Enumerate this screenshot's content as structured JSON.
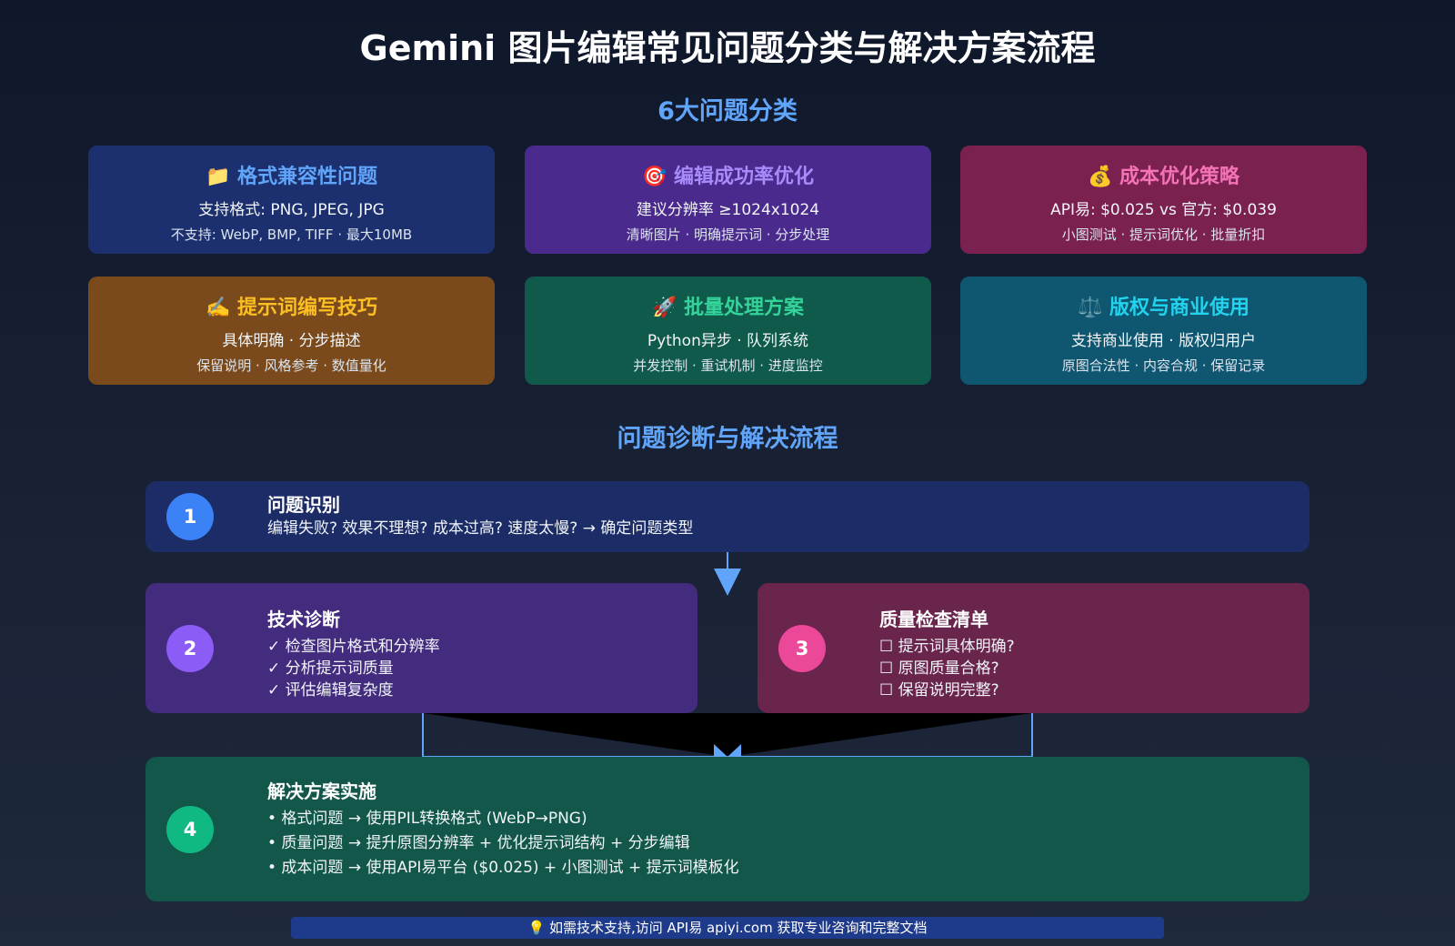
{
  "title": "Gemini 图片编辑常见问题分类与解决方案流程",
  "section1_title": "6大问题分类",
  "categories": [
    {
      "icon": "📁",
      "title": "格式兼容性问题",
      "line1": "支持格式: PNG, JPEG, JPG",
      "line2": "不支持: WebP, BMP, TIFF · 最大10MB",
      "bg": "#1c2f6e",
      "color": "#60a5fa"
    },
    {
      "icon": "🎯",
      "title": "编辑成功率优化",
      "line1": "建议分辨率 ≥1024x1024",
      "line2": "清晰图片 · 明确提示词 · 分步处理",
      "bg": "#4a2a8c",
      "color": "#a78bfa"
    },
    {
      "icon": "💰",
      "title": "成本优化策略",
      "line1": "API易: $0.025 vs 官方: $0.039",
      "line2": "小图测试 · 提示词优化 · 批量折扣",
      "bg": "#7a2150",
      "color": "#f472b6"
    },
    {
      "icon": "✍️",
      "title": "提示词编写技巧",
      "line1": "具体明确 · 分步描述",
      "line2": "保留说明 · 风格参考 · 数值量化",
      "bg": "#7a4a1c",
      "color": "#fbbf24"
    },
    {
      "icon": "🚀",
      "title": "批量处理方案",
      "line1": "Python异步 · 队列系统",
      "line2": "并发控制 · 重试机制 · 进度监控",
      "bg": "#0f5a4a",
      "color": "#34d399"
    },
    {
      "icon": "⚖️",
      "title": "版权与商业使用",
      "line1": "支持商业使用 · 版权归用户",
      "line2": "原图合法性 · 内容合规 · 保留记录",
      "bg": "#0f5670",
      "color": "#22d3ee"
    }
  ],
  "section2_title": "问题诊断与解决流程",
  "steps": [
    {
      "num": "1",
      "title": "问题识别",
      "lines": [
        "编辑失败? 效果不理想? 成本过高? 速度太慢? → 确定问题类型"
      ],
      "bg": "#1c2c66",
      "color": "#3b82f6"
    },
    {
      "num": "2",
      "title": "技术诊断",
      "lines": [
        "✓ 检查图片格式和分辨率",
        "✓ 分析提示词质量",
        "✓ 评估编辑复杂度"
      ],
      "bg": "#432b7e",
      "color": "#8b5cf6"
    },
    {
      "num": "3",
      "title": "质量检查清单",
      "lines": [
        "☐ 提示词具体明确?",
        "☐ 原图质量合格?",
        "☐ 保留说明完整?"
      ],
      "bg": "#6a254d",
      "color": "#ec4899"
    },
    {
      "num": "4",
      "title": "解决方案实施",
      "lines": [
        "• 格式问题 → 使用PIL转换格式 (WebP→PNG)",
        "• 质量问题 → 提升原图分辨率 + 优化提示词结构 + 分步编辑",
        "• 成本问题 → 使用API易平台 ($0.025) + 小图测试 + 提示词模板化"
      ],
      "bg": "#12574a",
      "color": "#10b981"
    }
  ],
  "footer": "💡 如需技术支持,访问 API易 apiyi.com 获取专业咨询和完整文档"
}
